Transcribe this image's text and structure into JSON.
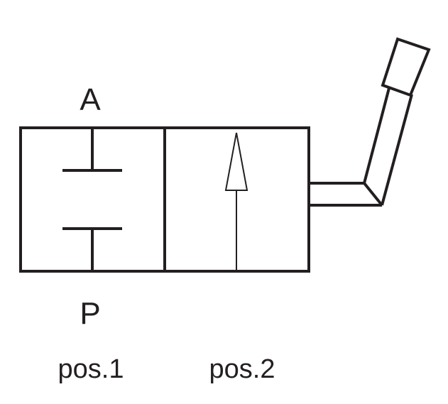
{
  "diagram": {
    "ports": {
      "top": "A",
      "bottom": "P"
    },
    "positions": [
      {
        "label": "pos.1",
        "flow": "blocked"
      },
      {
        "label": "pos.2",
        "flow": "open"
      }
    ],
    "actuator": "lever-icon",
    "stroke_color": "#231f20",
    "background_color": "#ffffff"
  }
}
